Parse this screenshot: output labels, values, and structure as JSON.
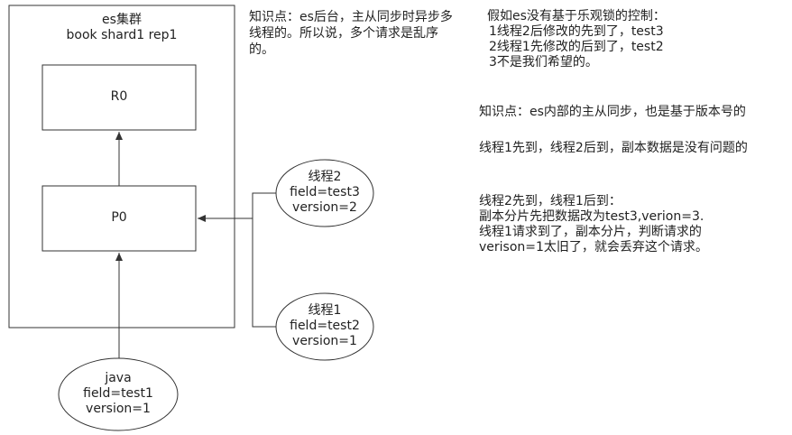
{
  "cluster": {
    "title": "es集群",
    "subtitle": "book shard1 rep1"
  },
  "boxes": {
    "replica": "R0",
    "primary": "P0"
  },
  "nodes": {
    "thread2": {
      "line1": "线程2",
      "line2": "field=test3",
      "line3": "version=2"
    },
    "thread1": {
      "line1": "线程1",
      "line2": "field=test2",
      "line3": "version=1"
    },
    "java": {
      "line1": "java",
      "line2": "field=test1",
      "line3": "version=1"
    }
  },
  "notes": {
    "knowledge1": "知识点：es后台，主从同步时异步多线程的。所以说，多个请求是乱序的。",
    "hypothesis": {
      "title": "假如es没有基于乐观锁的控制：",
      "items": [
        "1线程2后修改的先到了，test3",
        "2线程1先修改的后到了，test2",
        "3不是我们希望的。"
      ]
    },
    "knowledge2": "知识点：es内部的主从同步，也是基于版本号的",
    "case1": "线程1先到，线程2后到，副本数据是没有问题的",
    "case2": {
      "lines": [
        "线程2先到，线程1后到：",
        "副本分片先把数据改为test3,verion=3.",
        "线程1请求到了，副本分片，判断请求的",
        "verison=1太旧了，就会丢弃这个请求。"
      ]
    }
  },
  "colors": {
    "stroke": "#333333",
    "fill": "#ffffff",
    "text": "#222222"
  }
}
